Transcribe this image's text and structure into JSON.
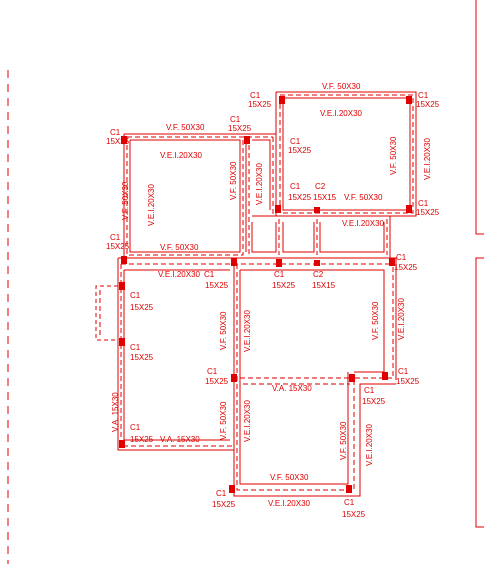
{
  "colors": {
    "ink": "#e00000",
    "background": "#ffffff"
  },
  "labels": {
    "vf_top": "V.F. 50X30",
    "c1_top_left": "C1",
    "c1_top_left_size": "15X25",
    "c1_top_right": "C1",
    "c1_top_right_size": "15X25",
    "vei_top_room": "V.E.I.20X30",
    "c1_mid_top": "C1",
    "c1_mid_top_size": "15X25",
    "vf_left_upper": "V.F. 50X30",
    "c1_upper_left": "C1",
    "c1_upper_left_size": "15X25",
    "c1_inner": "C1",
    "c1_inner_size": "15X25",
    "vf_right_room": "V.F. 50X30",
    "vei_right_room": "V.E.I.20X30",
    "vei_left_upper_top": "V.E.I.20X30",
    "vf_left_vert": "V.F. 50X30",
    "vei_left_vert": "V.E.I.20X30",
    "vf_upper_right_vert": "V.F. 50X30",
    "vei_upper_right_vert": "V.E.I.20X30",
    "c1_row": "C1",
    "c1_row_size": "15X25",
    "c2_row": "C2",
    "c2_row_size": "15X15",
    "vf_middle": "V.F. 50X30",
    "c1_right_mid": "C1",
    "c1_right_mid_size": "15X25",
    "vei_right_strip": "V.E.I.20X30",
    "c1_left_mid": "C1",
    "c1_left_mid_size": "15X25",
    "vf_left_lower_h": "V.F. 50X30",
    "vei_mid_h": "V.E.I.20X30",
    "c1_center": "C1",
    "c1_center_size": "15X25",
    "c1_center2": "C1",
    "c1_center2_size": "15X25",
    "c2_center": "C2",
    "c2_center_size": "15X15",
    "c1_right_col": "C1",
    "c1_right_col_size": "15X25",
    "vf_right_col": "V.F. 50X30",
    "vei_right_col": "V.E.I.20X30",
    "c1_west": "C1",
    "c1_west_size": "15X25",
    "c1_west2": "C1",
    "c1_west2_size": "15X25",
    "vf_center_vert": "V.F. 50X30",
    "vei_center_vert": "V.E.I.20X30",
    "c1_center_low": "C1",
    "c1_center_low_size": "15X25",
    "va_mid": "V.A. 15X30",
    "c1_right_low": "C1",
    "c1_right_low_size": "15X25",
    "c1_right_low2": "C1",
    "c1_right_low2_size": "15X25",
    "va_left_vert": "V.A. 15X30",
    "c1_southwest": "C1",
    "c1_southwest_size": "15X25",
    "va_bottom": "V.A. 15X30",
    "vf_center_lower": "V.F. 50X30",
    "vei_center_lower": "V.E.I.20X30",
    "vf_lower_right": "V.F. 50X30",
    "vei_lower_right": "V.E.I.20X30",
    "vf_bottom": "V.F. 50X30",
    "c1_bottom_left": "C1",
    "c1_bottom_left_size": "15X25",
    "vei_bottom": "V.E.I.20X30",
    "c1_bottom_right": "C1",
    "c1_bottom_right_size": "15X25"
  }
}
